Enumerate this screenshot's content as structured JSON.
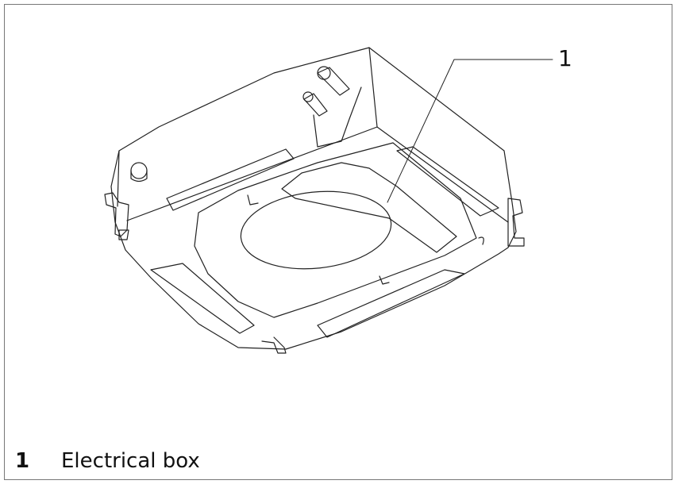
{
  "callout": {
    "number": "1"
  },
  "legend": [
    {
      "number": "1",
      "label": "Electrical box"
    }
  ],
  "colors": {
    "line": "#222222",
    "frame": "#777777"
  }
}
